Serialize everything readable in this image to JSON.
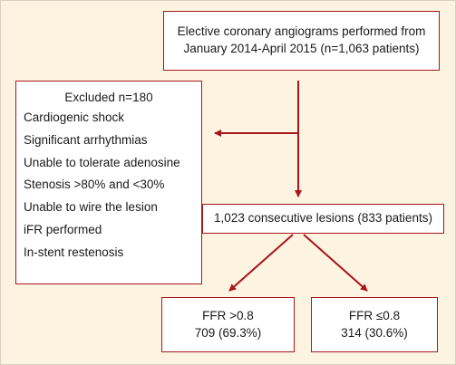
{
  "colors": {
    "background": "#fcf4e1",
    "box_border": "#a8161b",
    "arrow": "#a8161b",
    "text": "#1a1a1a"
  },
  "top_box": {
    "line1": "Elective coronary angiograms performed from",
    "line2": "January 2014-April 2015 (n=1,063 patients)"
  },
  "excluded_box": {
    "title": "Excluded n=180",
    "items": [
      "Cardiogenic shock",
      "Significant arrhythmias",
      "Unable to tolerate adenosine",
      "Stenosis >80% and <30%",
      "Unable to wire the lesion",
      "iFR performed",
      "In-stent restenosis"
    ]
  },
  "middle_box": {
    "label": "1,023 consecutive lesions (833 patients)"
  },
  "left_result": {
    "label": "FFR >0.8",
    "value": "709 (69.3%)"
  },
  "right_result": {
    "label": "FFR ≤0.8",
    "value": "314 (30.6%)"
  }
}
